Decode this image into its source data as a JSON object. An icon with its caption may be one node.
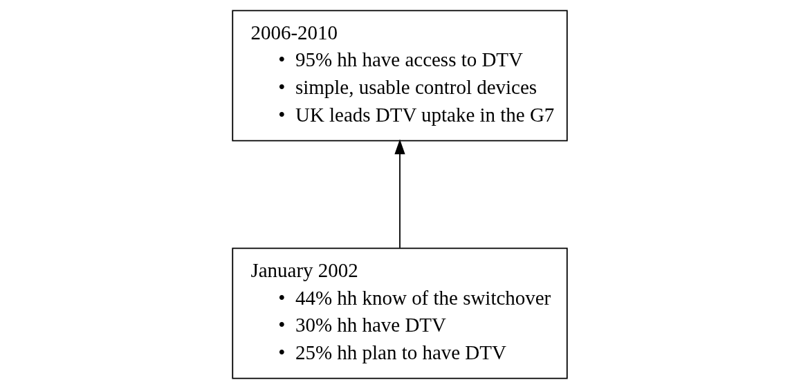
{
  "diagram": {
    "nodes": [
      {
        "text": [
          "2006-2010",
          "•  95% hh have access to DTV",
          "•  simple, usable control devices",
          "•  UK leads DTV uptake in the G7"
        ]
      },
      {
        "text": [
          "January 2002",
          "•  44% hh know of the switchover",
          "•  30% hh have DTV",
          "•  25% hh plan to have DTV"
        ]
      }
    ],
    "edges": [
      {
        "from": 1,
        "to": 0,
        "arrow": "to"
      }
    ]
  }
}
